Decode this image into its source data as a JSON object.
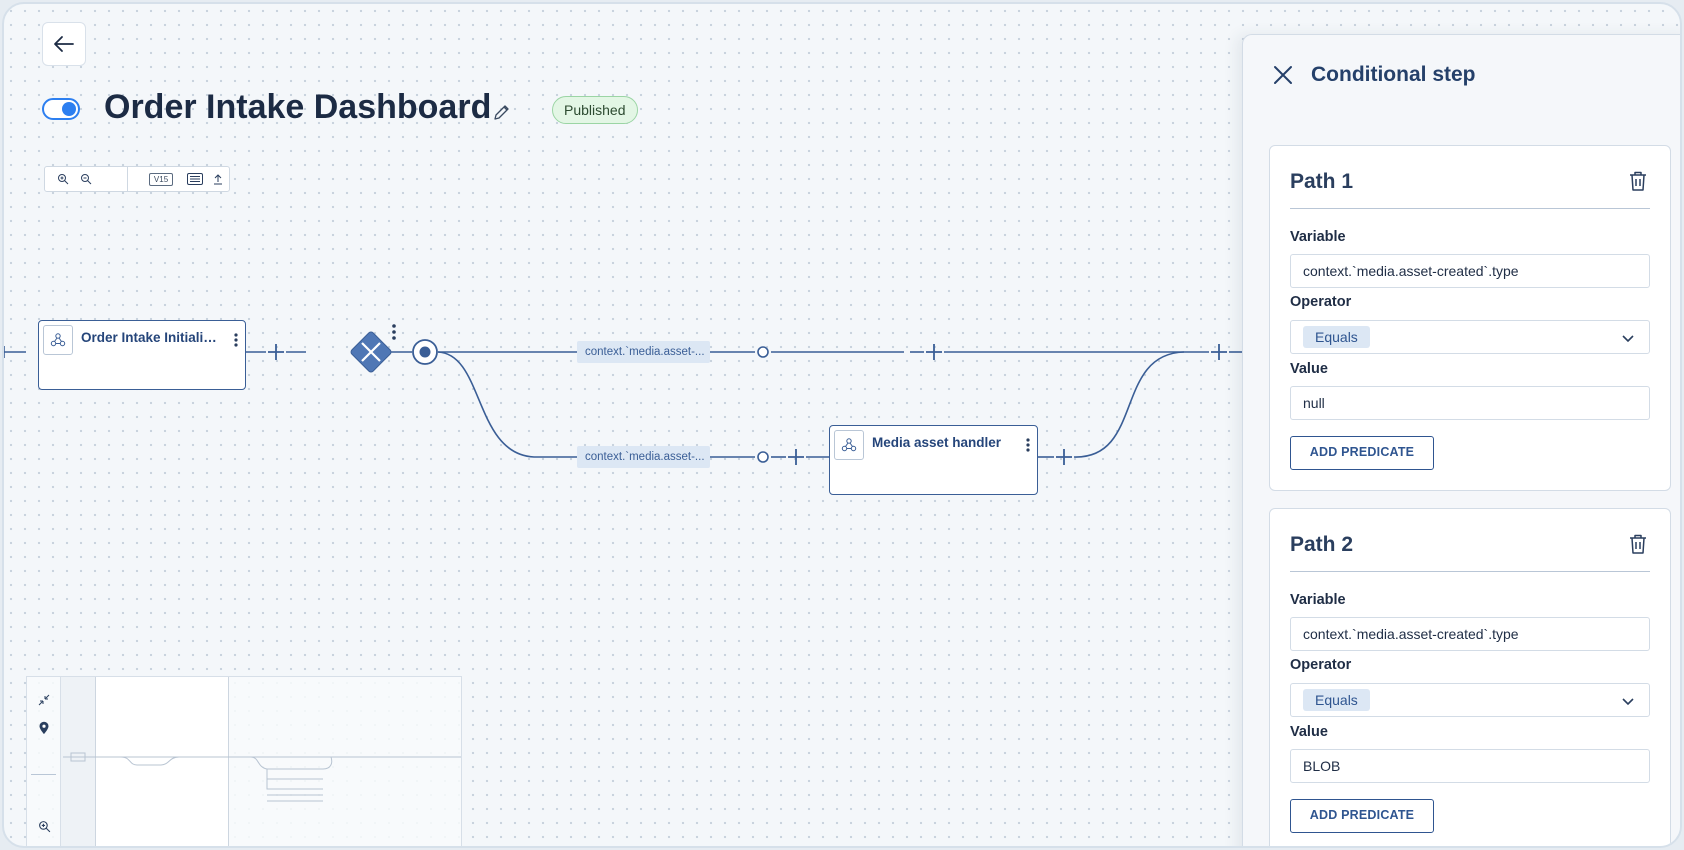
{
  "header": {
    "title": "Order Intake Dashboard",
    "status": "Published",
    "toggle_on": true
  },
  "toolbar": {
    "version": "V15"
  },
  "flow": {
    "nodes": [
      {
        "label": "Order Intake Initializa..."
      },
      {
        "label": "Media asset handler"
      }
    ],
    "branch_labels": [
      "context.`media.asset-...",
      "context.`media.asset-..."
    ]
  },
  "panel": {
    "title": "Conditional step",
    "paths": [
      {
        "title": "Path 1",
        "variable_label": "Variable",
        "variable": "context.`media.asset-created`.type",
        "operator_label": "Operator",
        "operator": "Equals",
        "value_label": "Value",
        "value": "null",
        "add_label": "ADD PREDICATE"
      },
      {
        "title": "Path 2",
        "variable_label": "Variable",
        "variable": "context.`media.asset-created`.type",
        "operator_label": "Operator",
        "operator": "Equals",
        "value_label": "Value",
        "value": "BLOB",
        "add_label": "ADD PREDICATE"
      }
    ]
  },
  "colors": {
    "accent": "#2d7ff0",
    "edge": "#3a5e96",
    "published_bg": "#e3f6e5"
  }
}
